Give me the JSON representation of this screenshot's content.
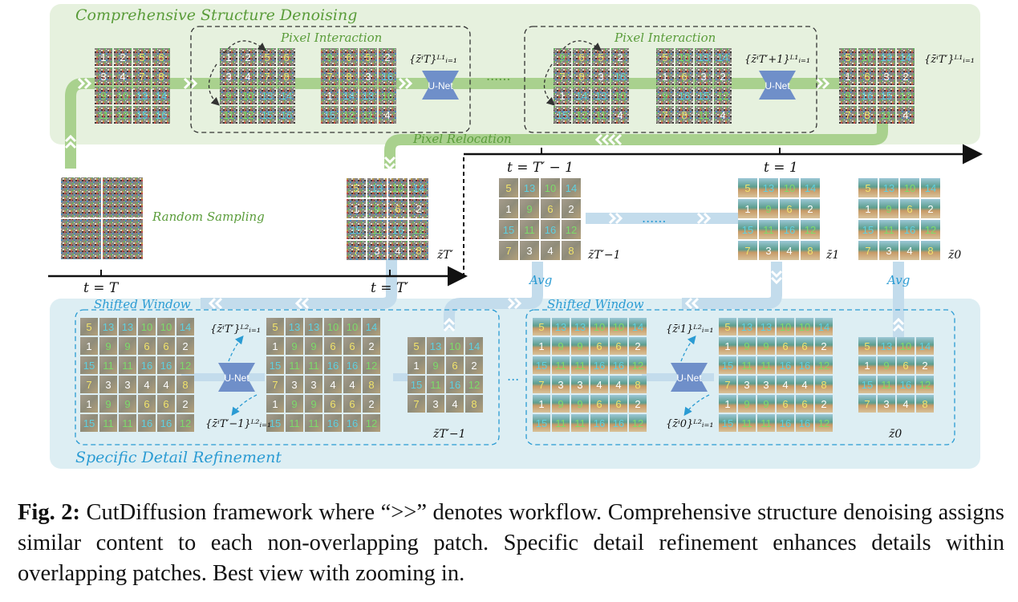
{
  "diagram": {
    "titles": {
      "top": "Comprehensive Structure Denoising",
      "bottom": "Specific Detail Refinement"
    },
    "labels": {
      "pixel_interaction_1": "Pixel Interaction",
      "pixel_interaction_2": "Pixel Interaction",
      "pixel_relocation": "Pixel Relocation",
      "random_sampling": "Random Sampling",
      "shifted_window_1": "Shifted Window",
      "shifted_window_2": "Shifted Window",
      "avg_1": "Avg",
      "avg_2": "Avg",
      "unet": "U-Net",
      "dots": "......",
      "dots_short": "..."
    },
    "timesteps": {
      "t_T": "t = T",
      "t_Tprime": "t = T′",
      "t_Tprime_minus_1": "t = T′ − 1",
      "t_1": "t = 1"
    },
    "latents": {
      "z_Tprime": "z̄T′",
      "z_Tprime_minus_1": "z̄T′−1",
      "z_1": "z̄1",
      "z_0": "z̄0",
      "set_T": "{z̄ⁱT}ᴸ¹ᵢ₌₁",
      "set_Tprime_plus_1": "{z̄ⁱT′+1}ᴸ¹ᵢ₌₁",
      "set_Tprime": "{z̄ⁱT′}ᴸ¹ᵢ₌₁",
      "set2_Tprime": "{z̄ⁱT′}ᴸ²ᵢ₌₁",
      "set2_Tprime_minus_1": "{z̄ⁱT′−1}ᴸ²ᵢ₌₁",
      "set2_1": "{z̄ⁱ1}ᴸ²ᵢ₌₁",
      "set2_0": "{z̄ⁱ0}ᴸ²ᵢ₌₁"
    },
    "grids": {
      "initial": [
        "1",
        "2",
        "5",
        "6",
        "3",
        "4",
        "7",
        "8",
        "9",
        "10",
        "13",
        "14",
        "11",
        "12",
        "15",
        "16"
      ],
      "after_interaction_1": [
        "9",
        "6",
        "5",
        "2",
        "7",
        "8",
        "3",
        "16",
        "1",
        "14",
        "13",
        "10",
        "15",
        "12",
        "11",
        "4"
      ],
      "after_interaction_2": [
        "5",
        "10",
        "13",
        "14",
        "1",
        "6",
        "3",
        "2",
        "9",
        "16",
        "15",
        "12",
        "7",
        "8",
        "11",
        "4"
      ],
      "relocated": [
        "5",
        "13",
        "10",
        "14",
        "1",
        "9",
        "6",
        "2",
        "15",
        "11",
        "16",
        "12",
        "7",
        "3",
        "4",
        "8"
      ],
      "shifted": [
        "5",
        "13",
        "13",
        "10",
        "10",
        "14",
        "1",
        "9",
        "9",
        "6",
        "6",
        "2",
        "15",
        "11",
        "11",
        "16",
        "16",
        "12",
        "7",
        "3",
        "3",
        "4",
        "4",
        "8"
      ]
    },
    "colors": {
      "green_band": "#e6f1de",
      "green_arrow": "#a9d18e",
      "blue_band": "#ddeef3",
      "blue_arrow": "#c3dcec",
      "unet": "#6f8fc9",
      "green_text": "#5a9c3a",
      "blue_text": "#2a9bd3"
    }
  },
  "caption": {
    "fig_label": "Fig. 2:",
    "text": "CutDiffusion framework where “>>” denotes workflow. Comprehensive structure denoising assigns similar content to each non-overlapping patch. Specific detail refinement enhances details within overlapping patches. Best view with zooming in."
  }
}
